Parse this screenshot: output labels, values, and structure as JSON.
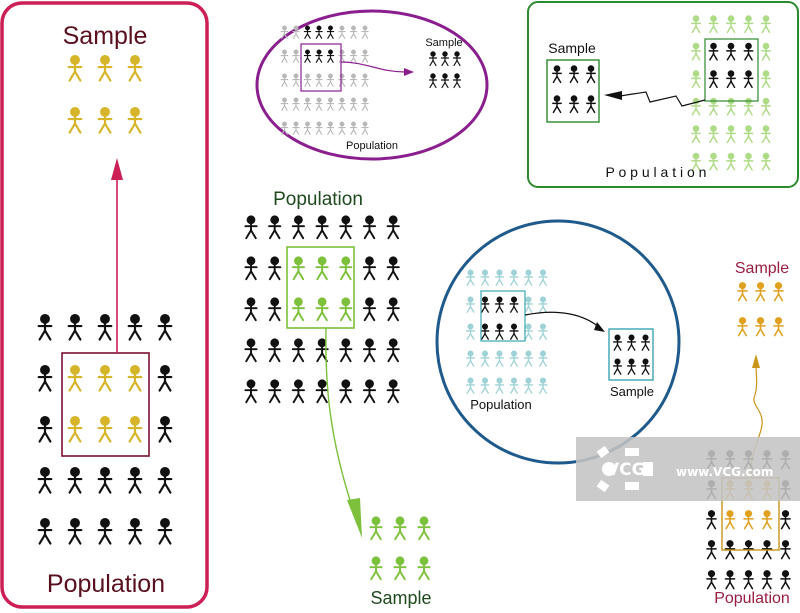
{
  "colors": {
    "black": "#111111",
    "crimson": "#cc1f55",
    "crimson_dark": "#7a1030",
    "yellow": "#d6b52a",
    "purple": "#8a1e8e",
    "grey_fig": "#b8b8b8",
    "green_frame": "#2e8a2e",
    "green_fig": "#7dc03b",
    "light_green_fig": "#aedb86",
    "blue_frame": "#1e5a8c",
    "teal_fig": "#9ed2d6",
    "teal_box": "#3aa6b2",
    "orange_fig": "#e0a020",
    "orange_box": "#c8951a",
    "maroon_text": "#9a1e40",
    "dark_maroon_text": "#5a0f1e",
    "watermark_bg": "#c4c4c4",
    "watermark_text": "#ffffff"
  },
  "panels": {
    "tall": {
      "sample_label": "Sample",
      "population_label": "Population"
    },
    "oval": {
      "sample_label": "Sample",
      "population_label": "Population"
    },
    "green": {
      "sample_label": "Sample",
      "population_label": "P o p u l a t i o n"
    },
    "center": {
      "population_label": "Population",
      "sample_label": "Sample"
    },
    "circle": {
      "population_label": "Population",
      "sample_label": "Sample"
    },
    "right": {
      "sample_label": "Sample",
      "population_label": "Population"
    }
  },
  "watermark": {
    "logo_text": "VCG",
    "url_text": "www.VCG.com"
  }
}
